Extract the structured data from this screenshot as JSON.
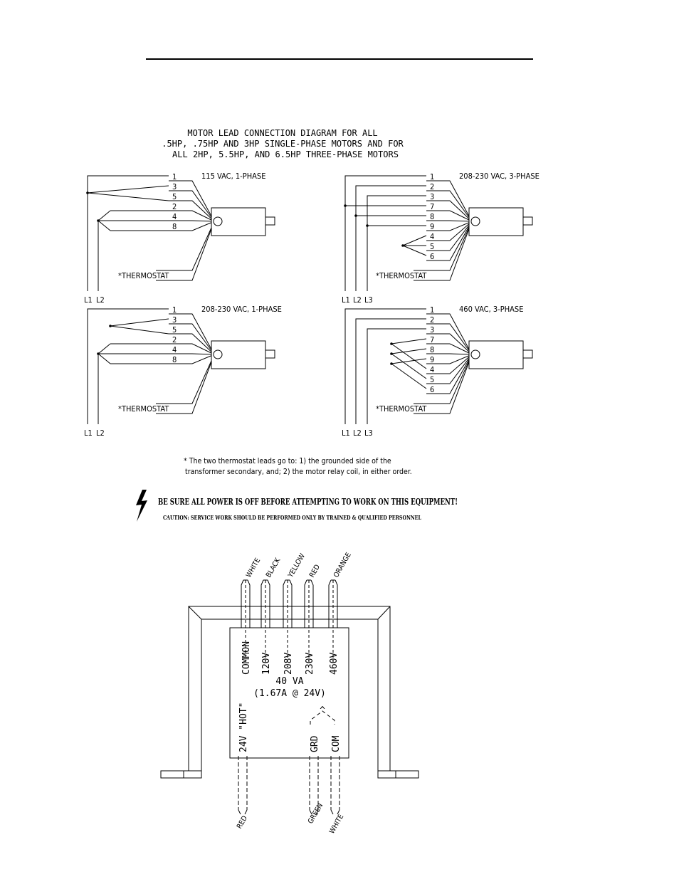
{
  "title_lines": [
    "MOTOR LEAD CONNECTION DIAGRAM FOR ALL",
    ".5HP, .75HP AND 3HP SINGLE-PHASE MOTORS AND FOR",
    "ALL 2HP, 5.5HP, AND 6.5HP THREE-PHASE MOTORS"
  ],
  "diagrams": [
    {
      "label": "115 VAC, 1-PHASE",
      "leads": [
        "1",
        "3",
        "5",
        "2",
        "4",
        "8"
      ],
      "thermostat": "*THERMOSTAT",
      "lines": [
        "L1",
        "L2"
      ]
    },
    {
      "label": "208-230 VAC, 3-PHASE",
      "leads": [
        "1",
        "2",
        "3",
        "7",
        "8",
        "9",
        "4",
        "5",
        "6"
      ],
      "thermostat": "*THERMOSTAT",
      "lines": [
        "L1",
        "L2",
        "L3"
      ]
    },
    {
      "label": "208-230 VAC, 1-PHASE",
      "leads": [
        "1",
        "3",
        "5",
        "2",
        "4",
        "8"
      ],
      "thermostat": "*THERMOSTAT",
      "lines": [
        "L1",
        "L2"
      ]
    },
    {
      "label": "460 VAC, 3-PHASE",
      "leads": [
        "1",
        "2",
        "3",
        "7",
        "8",
        "9",
        "4",
        "5",
        "6"
      ],
      "thermostat": "*THERMOSTAT",
      "lines": [
        "L1",
        "L2",
        "L3"
      ]
    }
  ],
  "footnote": [
    "* The two thermostat leads go to: 1) the grounded side of the",
    "transformer secondary, and; 2) the motor relay coil, in either order."
  ],
  "warning": {
    "main": "BE SURE ALL POWER IS OFF BEFORE ATTEMPTING TO WORK ON THIS EQUIPMENT!",
    "caution": "CAUTION: SERVICE WORK SHOULD BE PERFORMED ONLY BY TRAINED & QUALIFIED PERSONNEL"
  },
  "transformer": {
    "primary": [
      {
        "color": "WHITE",
        "tap": "COMMON"
      },
      {
        "color": "BLACK",
        "tap": "120V"
      },
      {
        "color": "YELLOW",
        "tap": "208V"
      },
      {
        "color": "RED",
        "tap": "230V"
      },
      {
        "color": "ORANGE",
        "tap": "460V"
      }
    ],
    "rating": "40 VA",
    "current": "(1.67A @ 24V)",
    "secondary": [
      {
        "color": "RED",
        "tap": "24V \"HOT\""
      },
      {
        "color": "GREEN",
        "tap": "GRD"
      },
      {
        "color": "WHITE",
        "tap": "COM"
      }
    ]
  },
  "icons": {
    "warning": "lightning-bolt-icon"
  }
}
